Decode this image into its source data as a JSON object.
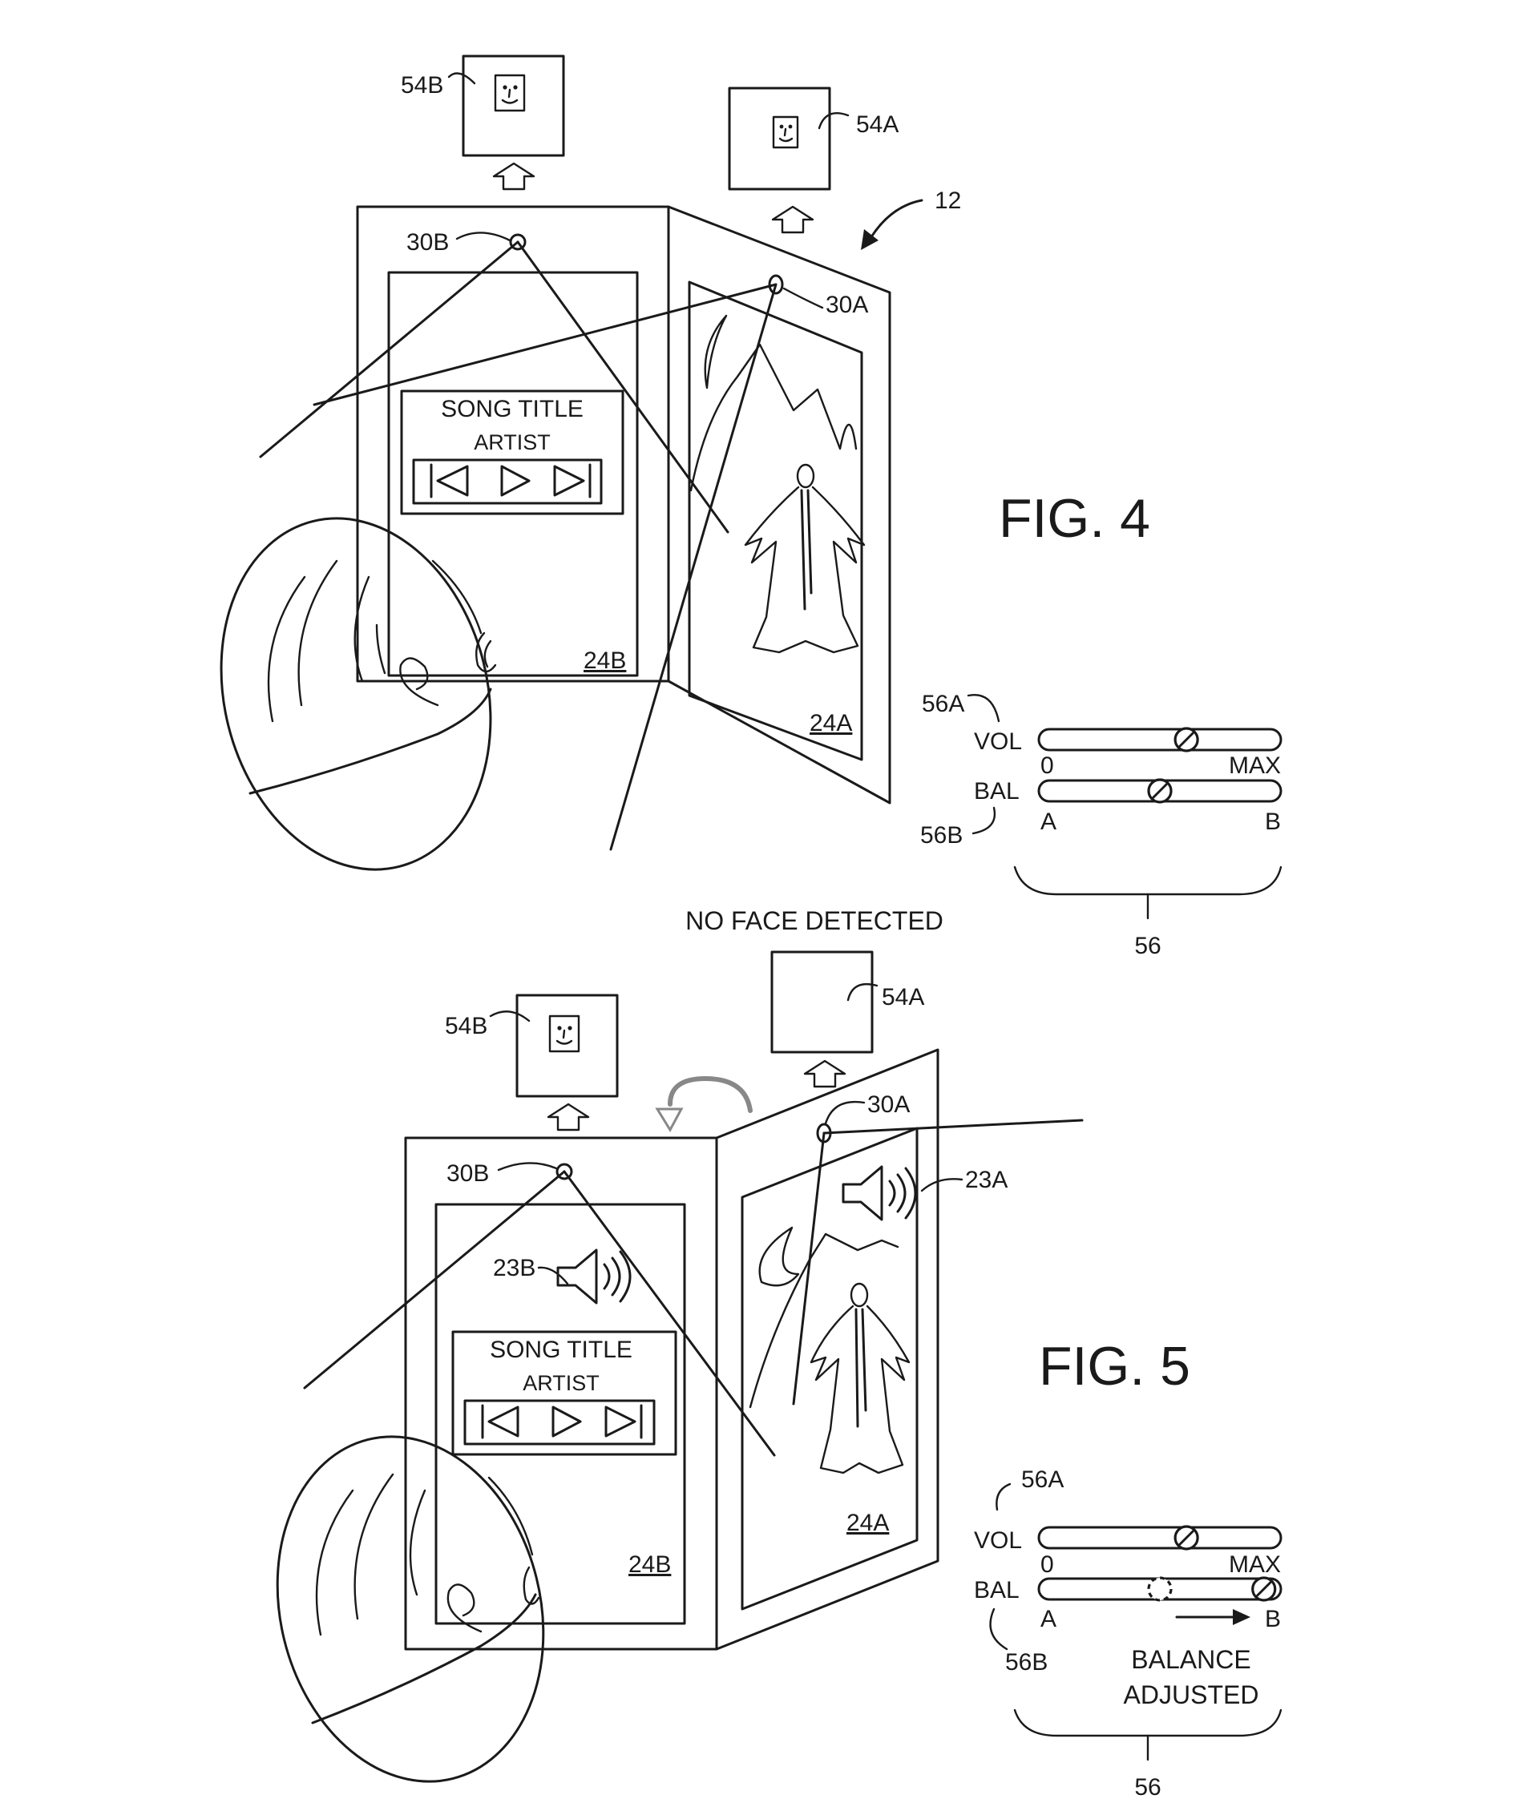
{
  "fig4": {
    "figure_label": "FIG. 4",
    "device_ref": "12",
    "camera_a": "30A",
    "camera_b": "30B",
    "face_image_a": "54A",
    "face_image_b": "54B",
    "display_a": "24A",
    "display_b": "24B",
    "player": {
      "song_title": "SONG TITLE",
      "artist": "ARTIST",
      "controls": [
        "previous-icon",
        "play-icon",
        "next-icon"
      ]
    },
    "controls_panel": {
      "ref": "56",
      "vol_ref": "56A",
      "bal_ref": "56B",
      "vol_label": "VOL",
      "vol_min": "0",
      "vol_max": "MAX",
      "vol_level": 0.62,
      "bal_label": "BAL",
      "bal_min": "A",
      "bal_max": "B",
      "bal_level": 0.5
    }
  },
  "fig5": {
    "figure_label": "FIG. 5",
    "status_text": "NO FACE DETECTED",
    "camera_a": "30A",
    "camera_b": "30B",
    "face_image_a": "54A",
    "face_image_b": "54B",
    "display_a": "24A",
    "display_b": "24B",
    "speaker_a": "23A",
    "speaker_b": "23B",
    "player": {
      "song_title": "SONG TITLE",
      "artist": "ARTIST",
      "controls": [
        "previous-icon",
        "play-icon",
        "next-icon"
      ]
    },
    "controls_panel": {
      "ref": "56",
      "vol_ref": "56A",
      "bal_ref": "56B",
      "vol_label": "VOL",
      "vol_min": "0",
      "vol_max": "MAX",
      "vol_level": 0.62,
      "bal_label": "BAL",
      "bal_min": "A",
      "bal_max": "B",
      "bal_level_before": 0.5,
      "bal_level_after": 0.97,
      "note_line1": "BALANCE",
      "note_line2": "ADJUSTED"
    }
  }
}
